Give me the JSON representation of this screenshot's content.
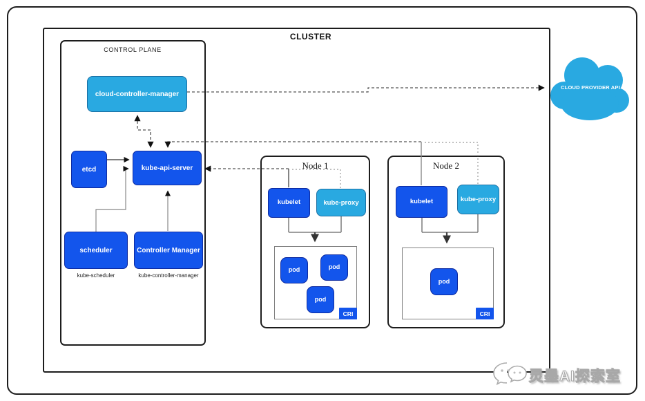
{
  "diagram": {
    "cluster_label": "CLUSTER",
    "control_plane": {
      "label": "CONTROL PLANE",
      "cloud_controller_manager": "cloud-controller-manager",
      "etcd": "etcd",
      "kube_api_server": "kube-api-server",
      "scheduler": "scheduler",
      "scheduler_sub_label": "kube-scheduler",
      "controller_manager": "Controller Manager",
      "controller_manager_sub_label": "kube-controller-manager"
    },
    "nodes": [
      {
        "title": "Node 1",
        "kubelet": "kubelet",
        "kube_proxy": "kube-proxy",
        "pods": [
          "pod",
          "pod",
          "pod"
        ],
        "cri_label": "CRI"
      },
      {
        "title": "Node 2",
        "kubelet": "kubelet",
        "kube_proxy": "kube-proxy",
        "pods": [
          "pod"
        ],
        "cri_label": "CRI"
      }
    ],
    "cloud_provider_label": "CLOUD PROVIDER API",
    "watermark_text": "灵墨AI探索室",
    "colors": {
      "royal_blue": "#1355EC",
      "light_blue": "#29A9E1",
      "border_dark": "#1c1c1c"
    }
  }
}
